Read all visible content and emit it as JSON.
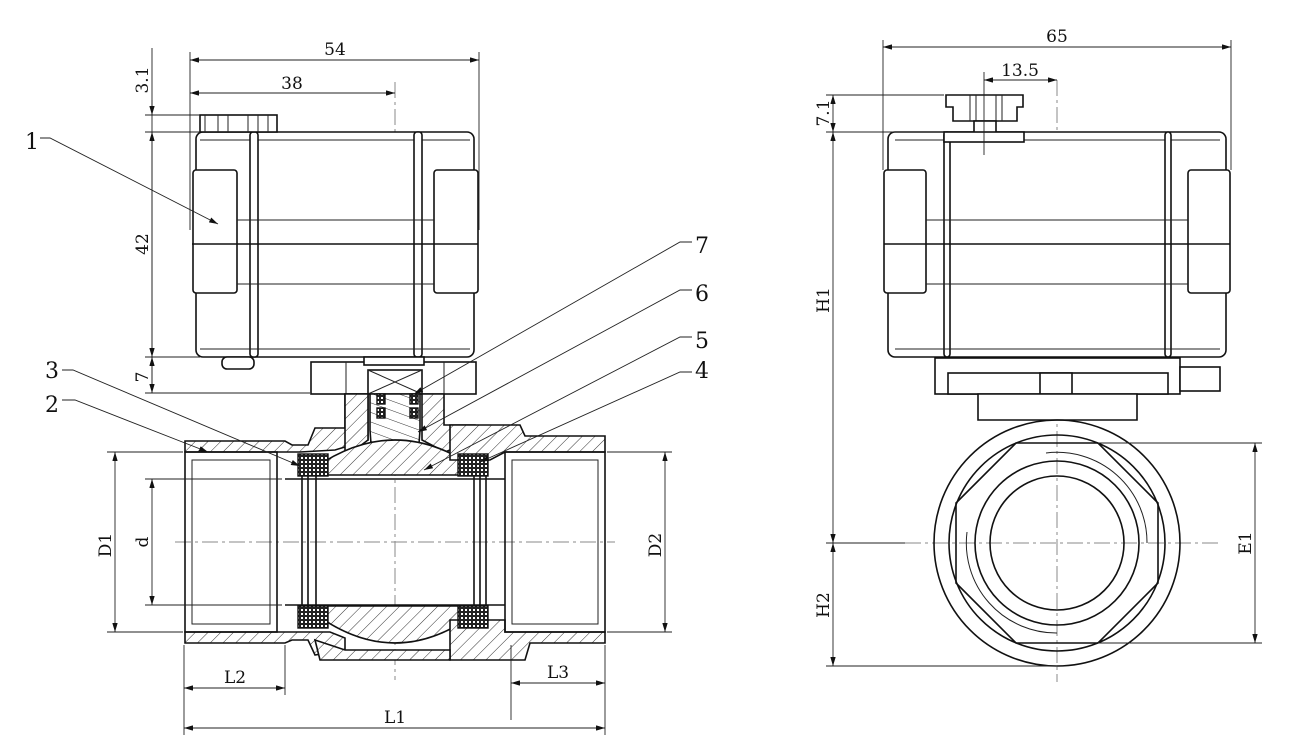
{
  "drawing": {
    "title": "Motorized ball valve – section and end view",
    "part_labels": [
      "1",
      "2",
      "3",
      "4",
      "5",
      "6",
      "7"
    ],
    "side_view": {
      "dimensions": {
        "overall_width": "54",
        "actuator_offset": "38",
        "knob_height": "3.1",
        "actuator_height": "42",
        "bracket_height": "7",
        "port_diameter_left": "D1",
        "bore_diameter": "d",
        "port_diameter_right": "D2",
        "thread_length_left": "L2",
        "thread_length_right": "L3",
        "overall_length": "L1"
      }
    },
    "end_view": {
      "dimensions": {
        "overall_width": "65",
        "knob_offset": "13.5",
        "knob_height": "7.1",
        "height_upper": "H1",
        "height_lower": "H2",
        "hex_across_flats": "E1"
      }
    }
  }
}
